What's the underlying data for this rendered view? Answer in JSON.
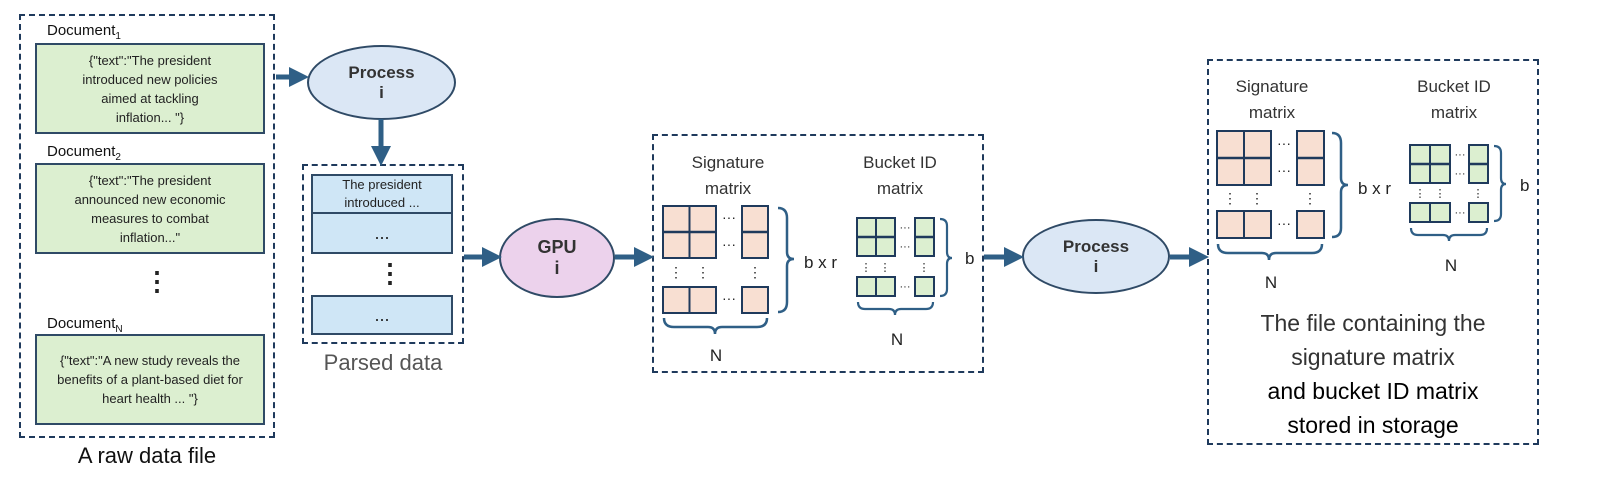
{
  "raw_file": {
    "caption": "A raw data file",
    "documents": [
      {
        "label": "Document",
        "sub": "1",
        "text": "{\"text\":\"The president introduced new policies aimed at tackling inflation... \"}"
      },
      {
        "label": "Document",
        "sub": "2",
        "text": "{\"text\":\"The president announced new economic measures to combat inflation...\""
      },
      {
        "label": "Document",
        "sub": "N",
        "text": "{\"text\":\"A new study reveals the benefits of a plant-based diet for heart health ... \"}"
      }
    ],
    "ellipsis": "⋮"
  },
  "process_top": {
    "line1": "Process",
    "line2": "i"
  },
  "parsed": {
    "caption": "Parsed data",
    "cell1": "The president introduced ...",
    "cell2": "...",
    "cell3": "...",
    "ellipsis": "⋮"
  },
  "gpu": {
    "line1": "GPU",
    "line2": "i"
  },
  "middle": {
    "sig_title": "Signature matrix",
    "bucket_title": "Bucket ID matrix",
    "sig_dim": "b x r",
    "bucket_dim": "b",
    "sig_n": "N",
    "bucket_n": "N"
  },
  "process_right": {
    "line1": "Process",
    "line2": "i"
  },
  "storage": {
    "sig_title": "Signature matrix",
    "bucket_title": "Bucket ID matrix",
    "sig_dim": "b x r",
    "bucket_dim": "b",
    "sig_n": "N",
    "bucket_n": "N",
    "caption_line1": "The file containing the",
    "caption_line2": "signature matrix",
    "caption_line3": "and bucket ID matrix",
    "caption_line4": "stored in storage"
  },
  "colors": {
    "doc_green": "#dcefd0",
    "parsed_blue": "#cfe6f6",
    "sig_orange": "#f8dfd2",
    "bucket_green": "#dcefd0",
    "process_fill": "#dbe7f5",
    "gpu_fill": "#ecd2ec",
    "arrow": "#2f5f86"
  }
}
